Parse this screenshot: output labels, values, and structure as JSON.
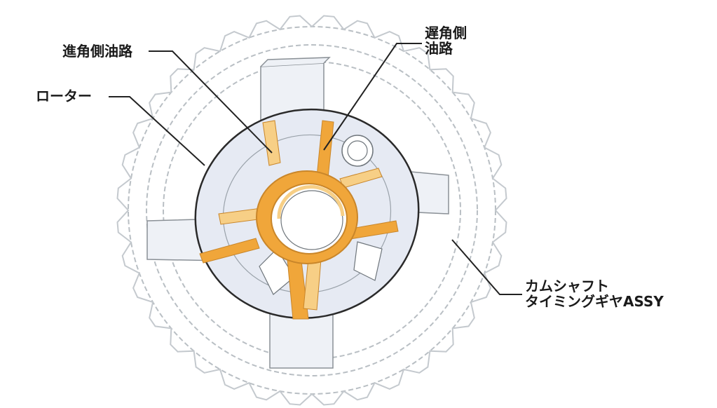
{
  "labels": {
    "advance_passage": "進角側油路",
    "retard_passage_line1": "遅角側",
    "retard_passage_line2": "油路",
    "rotor": "ローター",
    "gear_line1": "カムシャフト",
    "gear_line2": "タイミングギヤASSY"
  },
  "colors": {
    "outline": "#b9bfc4",
    "rotor_fill": "#e6eaf3",
    "rotor_edge": "#2a2a2a",
    "oil_passage": "#f0a63a",
    "oil_passage_light": "#f7cf86",
    "leader": "#222222"
  }
}
